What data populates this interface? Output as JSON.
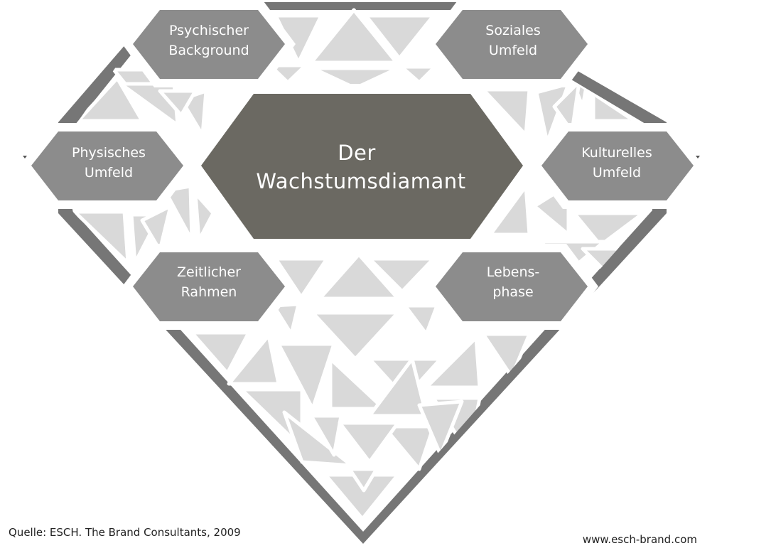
{
  "center": {
    "line1": "Der",
    "line2": "Wachstumsdiamant"
  },
  "factors": [
    {
      "id": "psychischer-background",
      "line1": "Psychischer",
      "line2": "Background"
    },
    {
      "id": "soziales-umfeld",
      "line1": "Soziales",
      "line2": "Umfeld"
    },
    {
      "id": "physisches-umfeld",
      "line1": "Physisches",
      "line2": "Umfeld"
    },
    {
      "id": "kulturelles-umfeld",
      "line1": "Kulturelles",
      "line2": "Umfeld"
    },
    {
      "id": "zeitlicher-rahmen",
      "line1": "Zeitlicher",
      "line2": "Rahmen"
    },
    {
      "id": "lebensphase",
      "line1": "Lebens-",
      "line2": "phase"
    }
  ],
  "footer": {
    "source": "Quelle: ESCH. The Brand Consultants, 2009",
    "website": "www.esch-brand.com"
  },
  "colors": {
    "outline": "#767676",
    "facet": "#d9d9d9",
    "facet_stroke": "#ffffff",
    "hex": "#8c8c8c",
    "center_hex": "#6b6962",
    "text": "#ffffff"
  }
}
